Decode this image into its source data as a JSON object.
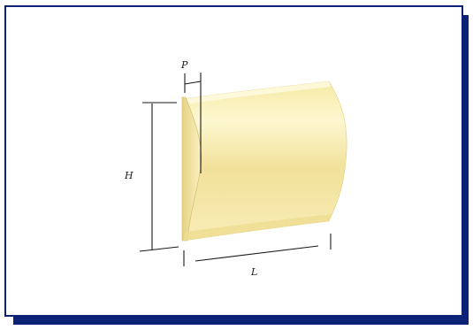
{
  "diagram": {
    "labels": {
      "pitch": "P",
      "height": "H",
      "length": "L"
    },
    "colors": {
      "frame_border": "#0c2276",
      "frame_shadow": "#0c2276",
      "panel_light": "#fdf6c8",
      "panel_mid": "#f3e49a",
      "panel_dark": "#d9c46e",
      "dimension_line": "#1a1a1a"
    }
  }
}
